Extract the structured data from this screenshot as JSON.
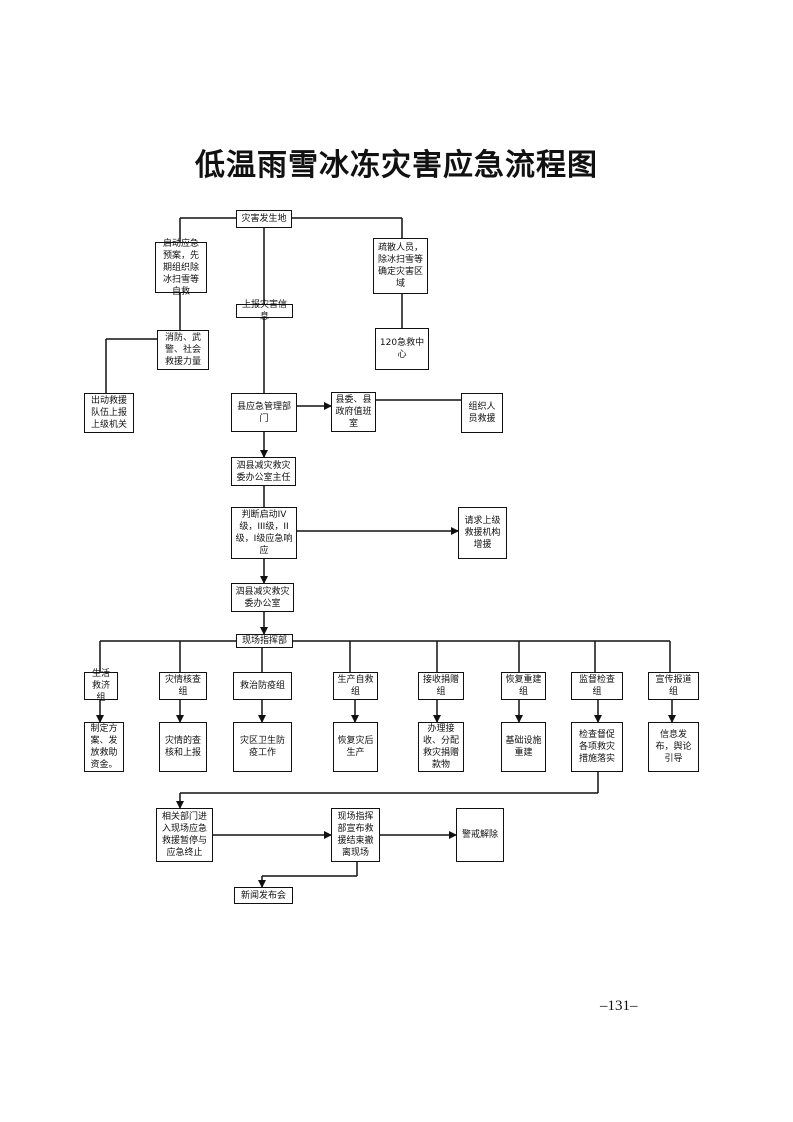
{
  "title": "低温雨雪冰冻灾害应急流程图",
  "page_number": "–131–",
  "nodes": {
    "disaster_site": "灾害发生地",
    "start_plan": "启动应急预案，先期组织除冰扫雪等自救",
    "evacuate": "疏散人员，除冰扫雪等确定灾害区域",
    "report_info": "上报灾害信息",
    "fire_police": "消防、武警、社会救援力量",
    "emergency_120": "120急救中心",
    "dispatch_rescue": "出动救援队伍上报上级机关",
    "county_emergency": "县应急管理部门",
    "county_duty": "县委、县政府值班室",
    "organize_rescue": "组织人员救援",
    "reduction_office_head": "泗县减灾救灾委办公室主任",
    "judge_level": "判断启动IV级，III级，II级，I级应急响应",
    "request_superior": "请求上级救援机构增援",
    "reduction_office": "泗县减灾救灾委办公室",
    "command": "现场指挥部",
    "groups": [
      "生活救济组",
      "灾情核查组",
      "救治防疫组",
      "生产自救组",
      "接收捐赠组",
      "恢复重建组",
      "监督检查组",
      "宣传报道组"
    ],
    "tasks": [
      "制定方案、发放救助资金。",
      "灾情的查核和上报",
      "灾区卫生防疫工作",
      "恢复灾后生产",
      "办理接收、分配救灾捐赠款物",
      "基础设施重建",
      "检查督促各项救灾措施落实",
      "信息发布，舆论引导"
    ],
    "related_depts": "相关部门进入现场应急救援暂停与应急终止",
    "command_announce": "现场指挥部宣布救援结束撤离现场",
    "alert_lift": "警戒解除",
    "press": "新闻发布会"
  }
}
